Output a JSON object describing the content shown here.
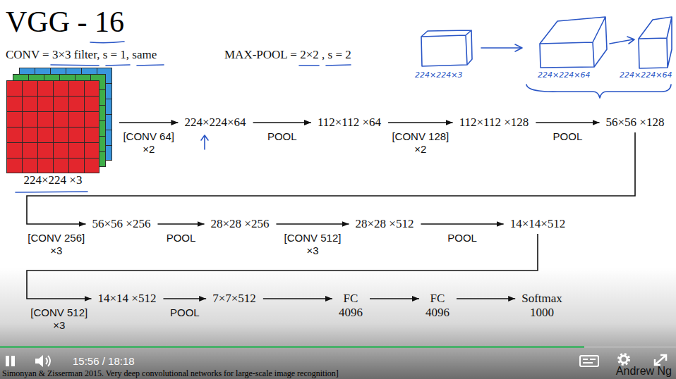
{
  "diagram": {
    "title": "VGG - 16",
    "nodes": [
      {
        "text": [
          "224×224 ×3"
        ]
      },
      {
        "text": [
          "224×224×64"
        ]
      },
      {
        "text": [
          "112×112 ×64"
        ]
      },
      {
        "text": [
          "112×112 ×128"
        ]
      },
      {
        "text": [
          "56×56 ×128"
        ]
      },
      {
        "text": [
          "56×56 ×256"
        ]
      },
      {
        "text": [
          "28×28 ×256"
        ]
      },
      {
        "text": [
          "28×28 ×512"
        ]
      },
      {
        "text": [
          "14×14×512"
        ]
      },
      {
        "text": [
          "14×14 ×512"
        ]
      },
      {
        "text": [
          "7×7×512"
        ]
      },
      {
        "text": [
          "FC 4096"
        ]
      },
      {
        "text": [
          "FC 4096"
        ]
      },
      {
        "text": [
          "Softmax 1000"
        ]
      }
    ],
    "edges": [
      {
        "from": 0,
        "to": 1,
        "arrow": "to",
        "label": "[CONV 64] ×2"
      },
      {
        "from": 1,
        "to": 2,
        "arrow": "to",
        "label": "POOL"
      },
      {
        "from": 2,
        "to": 3,
        "arrow": "to",
        "label": "[CONV 128] ×2"
      },
      {
        "from": 3,
        "to": 4,
        "arrow": "to",
        "label": "POOL"
      },
      {
        "from": 4,
        "to": 5,
        "arrow": "to",
        "label": "[CONV 256] ×3"
      },
      {
        "from": 5,
        "to": 6,
        "arrow": "to",
        "label": "POOL"
      },
      {
        "from": 6,
        "to": 7,
        "arrow": "to",
        "label": "[CONV 512] ×3"
      },
      {
        "from": 7,
        "to": 8,
        "arrow": "to",
        "label": "POOL"
      },
      {
        "from": 8,
        "to": 9,
        "arrow": "to",
        "label": "[CONV 512] ×3"
      },
      {
        "from": 9,
        "to": 10,
        "arrow": "to",
        "label": "POOL"
      },
      {
        "from": 10,
        "to": 11,
        "arrow": "to"
      },
      {
        "from": 11,
        "to": 12,
        "arrow": "to"
      },
      {
        "from": 12,
        "to": 13,
        "arrow": "to"
      }
    ],
    "labels": [
      "CONV = 3×3 filter, s = 1, same",
      "MAX-POOL = 2×2 , s = 2",
      "224×224×3",
      "224×224×64",
      "224×224×64",
      "15:56 / 18:18",
      "Andrew Ng",
      "Simonyan & Zisserman 2015. Very deep convolutional networks for large-scale image recognition]"
    ]
  }
}
